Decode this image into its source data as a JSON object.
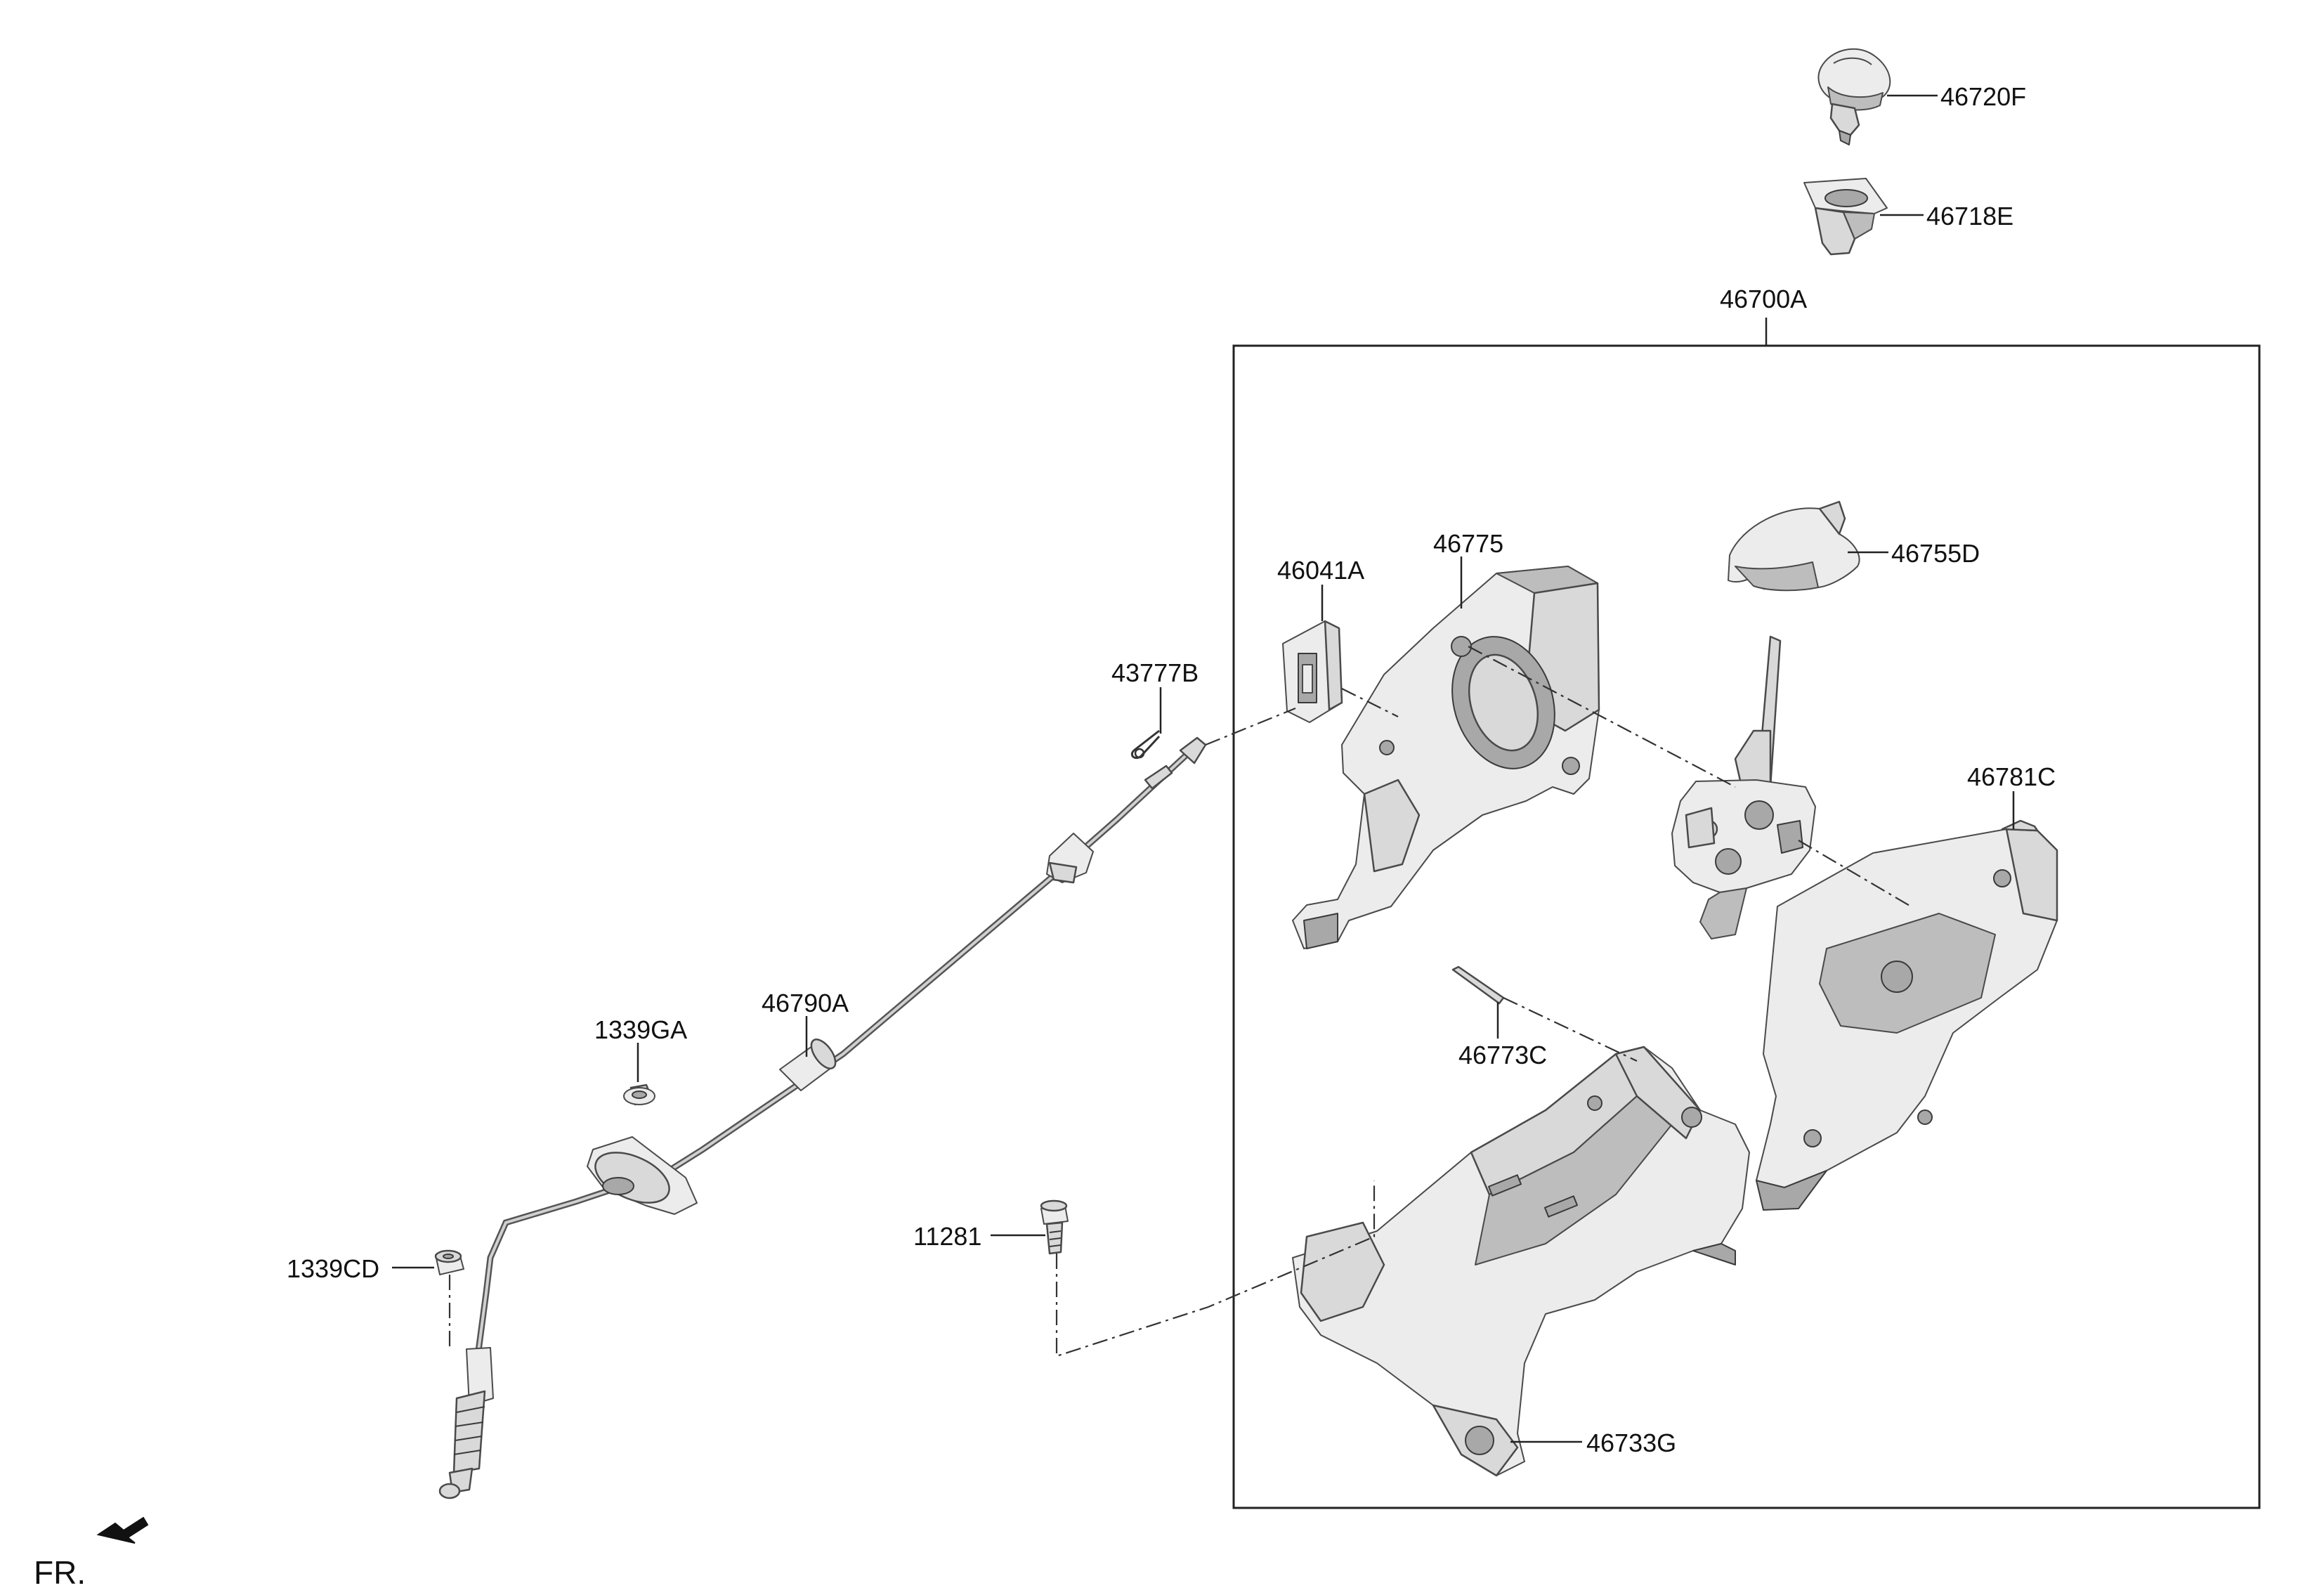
{
  "diagram": {
    "assembly_label": "46700A",
    "front_marker": "FR.",
    "parts": {
      "knob": "46720F",
      "boot_cover": "46718E",
      "shift_cover": "46755D",
      "bracket_46775": "46775",
      "clip_46041a": "46041A",
      "pin_43777b": "43777B",
      "housing_46781c": "46781C",
      "rod_46773c": "46773C",
      "cable_46790a": "46790A",
      "grommet_1339ga": "1339GA",
      "nut_1339cd": "1339CD",
      "bolt_11281": "11281",
      "base_46733g": "46733G"
    }
  }
}
